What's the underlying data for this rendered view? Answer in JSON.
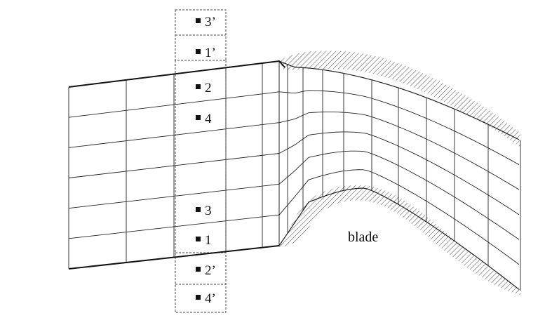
{
  "diagram": {
    "blade_label": "blade",
    "points": [
      {
        "id": "p3p",
        "label": "3’"
      },
      {
        "id": "p1p",
        "label": "1’"
      },
      {
        "id": "p2",
        "label": "2"
      },
      {
        "id": "p4",
        "label": "4"
      },
      {
        "id": "p3",
        "label": "3"
      },
      {
        "id": "p1",
        "label": "1"
      },
      {
        "id": "p2p",
        "label": "2’"
      },
      {
        "id": "p4p",
        "label": "4’"
      }
    ]
  }
}
